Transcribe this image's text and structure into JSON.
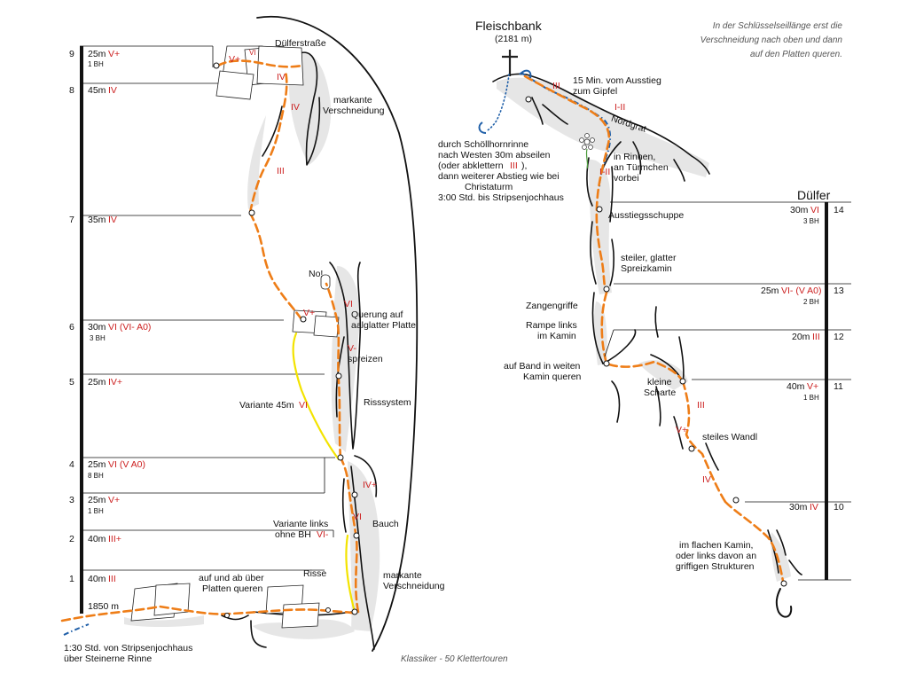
{
  "note": "In der Schlüsselseillänge erst die Verschneidung nach oben und dann auf den Platten queren.",
  "footer": "Klassiker - 50 Klettertouren",
  "summit": {
    "name": "Fleischbank",
    "altitude": "(2181 m)"
  },
  "start_altitude": "1850 m",
  "route_name_right": "Dülfer",
  "left_pitches": [
    {
      "number": "9",
      "length": "25m",
      "grade": "V+",
      "bolts": "1 BH"
    },
    {
      "number": "8",
      "length": "45m",
      "grade": "IV",
      "bolts": ""
    },
    {
      "number": "7",
      "length": "35m",
      "grade": "IV",
      "bolts": ""
    },
    {
      "number": "6",
      "length": "30m",
      "grade": "VI (VI- A0)",
      "bolts": "3 BH"
    },
    {
      "number": "5",
      "length": "25m",
      "grade": "IV+",
      "bolts": ""
    },
    {
      "number": "4",
      "length": "25m",
      "grade": "VI (V A0)",
      "bolts": "8 BH"
    },
    {
      "number": "3",
      "length": "25m",
      "grade": "V+",
      "bolts": "1 BH"
    },
    {
      "number": "2",
      "length": "40m",
      "grade": "III+",
      "bolts": ""
    },
    {
      "number": "1",
      "length": "40m",
      "grade": "III",
      "bolts": ""
    }
  ],
  "right_pitches": [
    {
      "number": "14",
      "length": "30m",
      "grade": "VI",
      "bolts": "3 BH"
    },
    {
      "number": "13",
      "length": "25m",
      "grade": "VI- (V A0)",
      "bolts": "2 BH"
    },
    {
      "number": "12",
      "length": "20m",
      "grade": "III",
      "bolts": ""
    },
    {
      "number": "11",
      "length": "40m",
      "grade": "V+",
      "bolts": "1 BH"
    },
    {
      "number": "10",
      "length": "30m",
      "grade": "IV",
      "bolts": ""
    }
  ],
  "labels": {
    "duelferstrasse": "Dülferstraße",
    "markante_verschneidung_1": "markante",
    "markante_verschneidung_2": "Verschneidung",
    "no": "No!",
    "querung_1": "Querung auf",
    "querung_2": "aalglatter Platte",
    "spreizen": "spreizen",
    "risssystem": "Risssystem",
    "variante_45": "Variante 45m",
    "bauch": "Bauch",
    "variante_links_1": "Variante links",
    "variante_links_2": "ohne BH",
    "risse": "Risse",
    "platten_1": "auf und ab über",
    "platten_2": "Platten queren",
    "approach_1": "1:30 Std. von Stripsenjochhaus",
    "approach_2": "über Steinerne Rinne",
    "ausstieg_1": "15 Min. vom Ausstieg",
    "ausstieg_2": "zum Gipfel",
    "nordgrat": "Nordgrat",
    "descent_1": "durch Schöllhornrinne",
    "descent_2": "nach Westen 30m abseilen",
    "descent_3": "(oder abklettern",
    "descent_3_grade": "III",
    "descent_3_end": "),",
    "descent_4": "dann weiterer Abstieg wie bei",
    "descent_5": "Christaturm",
    "descent_6": "3:00 Std. bis Stripsenjochhaus",
    "rinnen_1": "in Rinnen,",
    "rinnen_2": "an Türmchen",
    "rinnen_3": "vorbei",
    "ausstiegsschuppe": "Ausstiegsschuppe",
    "spreizkamin_1": "steiler, glatter",
    "spreizkamin_2": "Spreizkamin",
    "zangengriffe": "Zangengriffe",
    "rampe_1": "Rampe links",
    "rampe_2": "im Kamin",
    "band_1": "auf Band in weiten",
    "band_2": "Kamin queren",
    "scharte_1": "kleine",
    "scharte_2": "Scharte",
    "wandl": "steiles Wandl",
    "kamin_1": "im flachen Kamin,",
    "kamin_2": "oder links davon an",
    "kamin_3": "griffigen Strukturen"
  },
  "grades_on_route": {
    "l_vplus_top": "V+",
    "l_vi_top": "VI",
    "l_iv_a": "IV",
    "l_iv_b": "IV",
    "l_iii": "III",
    "l_vplus_6": "V+",
    "l_vi_6": "VI",
    "l_vminus": "V-",
    "l_vi_var": "VI",
    "l_ivplus": "IV+",
    "l_vi_4": "VI",
    "l_viminus": "VI-",
    "r_iii_top": "III",
    "r_i_ii_a": "I-II",
    "r_i_ii_b": "I-II",
    "r_iii": "III",
    "r_vplus": "V+",
    "r_iv": "IV"
  },
  "colors": {
    "main_route": "#ee7d17",
    "variant": "#f3e300",
    "descent": "#1f5fa8",
    "grade": "#cc1f1f"
  }
}
